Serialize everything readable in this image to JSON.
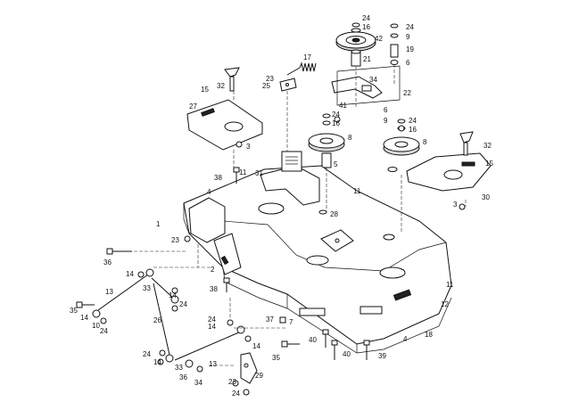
{
  "diagram": {
    "callouts": [
      {
        "id": "c-24a",
        "text": "24"
      },
      {
        "id": "c-16a",
        "text": "16"
      },
      {
        "id": "c-42",
        "text": "42"
      },
      {
        "id": "c-24b",
        "text": "24"
      },
      {
        "id": "c-9a",
        "text": "9"
      },
      {
        "id": "c-19",
        "text": "19"
      },
      {
        "id": "c-6a",
        "text": "6"
      },
      {
        "id": "c-17",
        "text": "17"
      },
      {
        "id": "c-21",
        "text": "21"
      },
      {
        "id": "c-23a",
        "text": "23"
      },
      {
        "id": "c-25",
        "text": "25"
      },
      {
        "id": "c-34",
        "text": "34"
      },
      {
        "id": "c-22",
        "text": "22"
      },
      {
        "id": "c-15a",
        "text": "15"
      },
      {
        "id": "c-32a",
        "text": "32"
      },
      {
        "id": "c-27",
        "text": "27"
      },
      {
        "id": "c-41",
        "text": "41"
      },
      {
        "id": "c-6b",
        "text": "6"
      },
      {
        "id": "c-24c",
        "text": "24"
      },
      {
        "id": "c-16b",
        "text": "16"
      },
      {
        "id": "c-9b",
        "text": "9"
      },
      {
        "id": "c-24d",
        "text": "24"
      },
      {
        "id": "c-16c",
        "text": "16"
      },
      {
        "id": "c-8a",
        "text": "8"
      },
      {
        "id": "c-8b",
        "text": "8"
      },
      {
        "id": "c-32b",
        "text": "32"
      },
      {
        "id": "c-3a",
        "text": "3"
      },
      {
        "id": "c-5",
        "text": "5"
      },
      {
        "id": "c-15b",
        "text": "15"
      },
      {
        "id": "c-38a",
        "text": "38"
      },
      {
        "id": "c-11a",
        "text": "11"
      },
      {
        "id": "c-31",
        "text": "31"
      },
      {
        "id": "c-30",
        "text": "30"
      },
      {
        "id": "c-4a",
        "text": "4"
      },
      {
        "id": "c-11b",
        "text": "11"
      },
      {
        "id": "c-3b",
        "text": "3"
      },
      {
        "id": "c-28",
        "text": "28"
      },
      {
        "id": "c-1",
        "text": "1"
      },
      {
        "id": "c-23b",
        "text": "23"
      },
      {
        "id": "c-36a",
        "text": "36"
      },
      {
        "id": "c-2",
        "text": "2"
      },
      {
        "id": "c-14a",
        "text": "14"
      },
      {
        "id": "c-38b",
        "text": "38"
      },
      {
        "id": "c-13a",
        "text": "13"
      },
      {
        "id": "c-33a",
        "text": "33"
      },
      {
        "id": "c-14b",
        "text": "14"
      },
      {
        "id": "c-24e",
        "text": "24"
      },
      {
        "id": "c-11c",
        "text": "11"
      },
      {
        "id": "c-12",
        "text": "12"
      },
      {
        "id": "c-35a",
        "text": "35"
      },
      {
        "id": "c-14c",
        "text": "14"
      },
      {
        "id": "c-10",
        "text": "10"
      },
      {
        "id": "c-24f",
        "text": "24"
      },
      {
        "id": "c-26",
        "text": "26"
      },
      {
        "id": "c-24g",
        "text": "24"
      },
      {
        "id": "c-14d",
        "text": "14"
      },
      {
        "id": "c-37",
        "text": "37"
      },
      {
        "id": "c-7",
        "text": "7"
      },
      {
        "id": "c-4b",
        "text": "4"
      },
      {
        "id": "c-18",
        "text": "18"
      },
      {
        "id": "c-14e",
        "text": "14"
      },
      {
        "id": "c-40a",
        "text": "40"
      },
      {
        "id": "c-40b",
        "text": "40"
      },
      {
        "id": "c-39",
        "text": "39"
      },
      {
        "id": "c-24h",
        "text": "24"
      },
      {
        "id": "c-14f",
        "text": "14"
      },
      {
        "id": "c-33b",
        "text": "33"
      },
      {
        "id": "c-13b",
        "text": "13"
      },
      {
        "id": "c-35b",
        "text": "35"
      },
      {
        "id": "c-36b",
        "text": "36"
      },
      {
        "id": "c-34b",
        "text": "34"
      },
      {
        "id": "c-29",
        "text": "29"
      },
      {
        "id": "c-23c",
        "text": "23"
      },
      {
        "id": "c-24i",
        "text": "24"
      }
    ],
    "colors": {
      "ink": "#111111",
      "shade": "#d9d9d9",
      "paper": "#ffffff"
    }
  }
}
